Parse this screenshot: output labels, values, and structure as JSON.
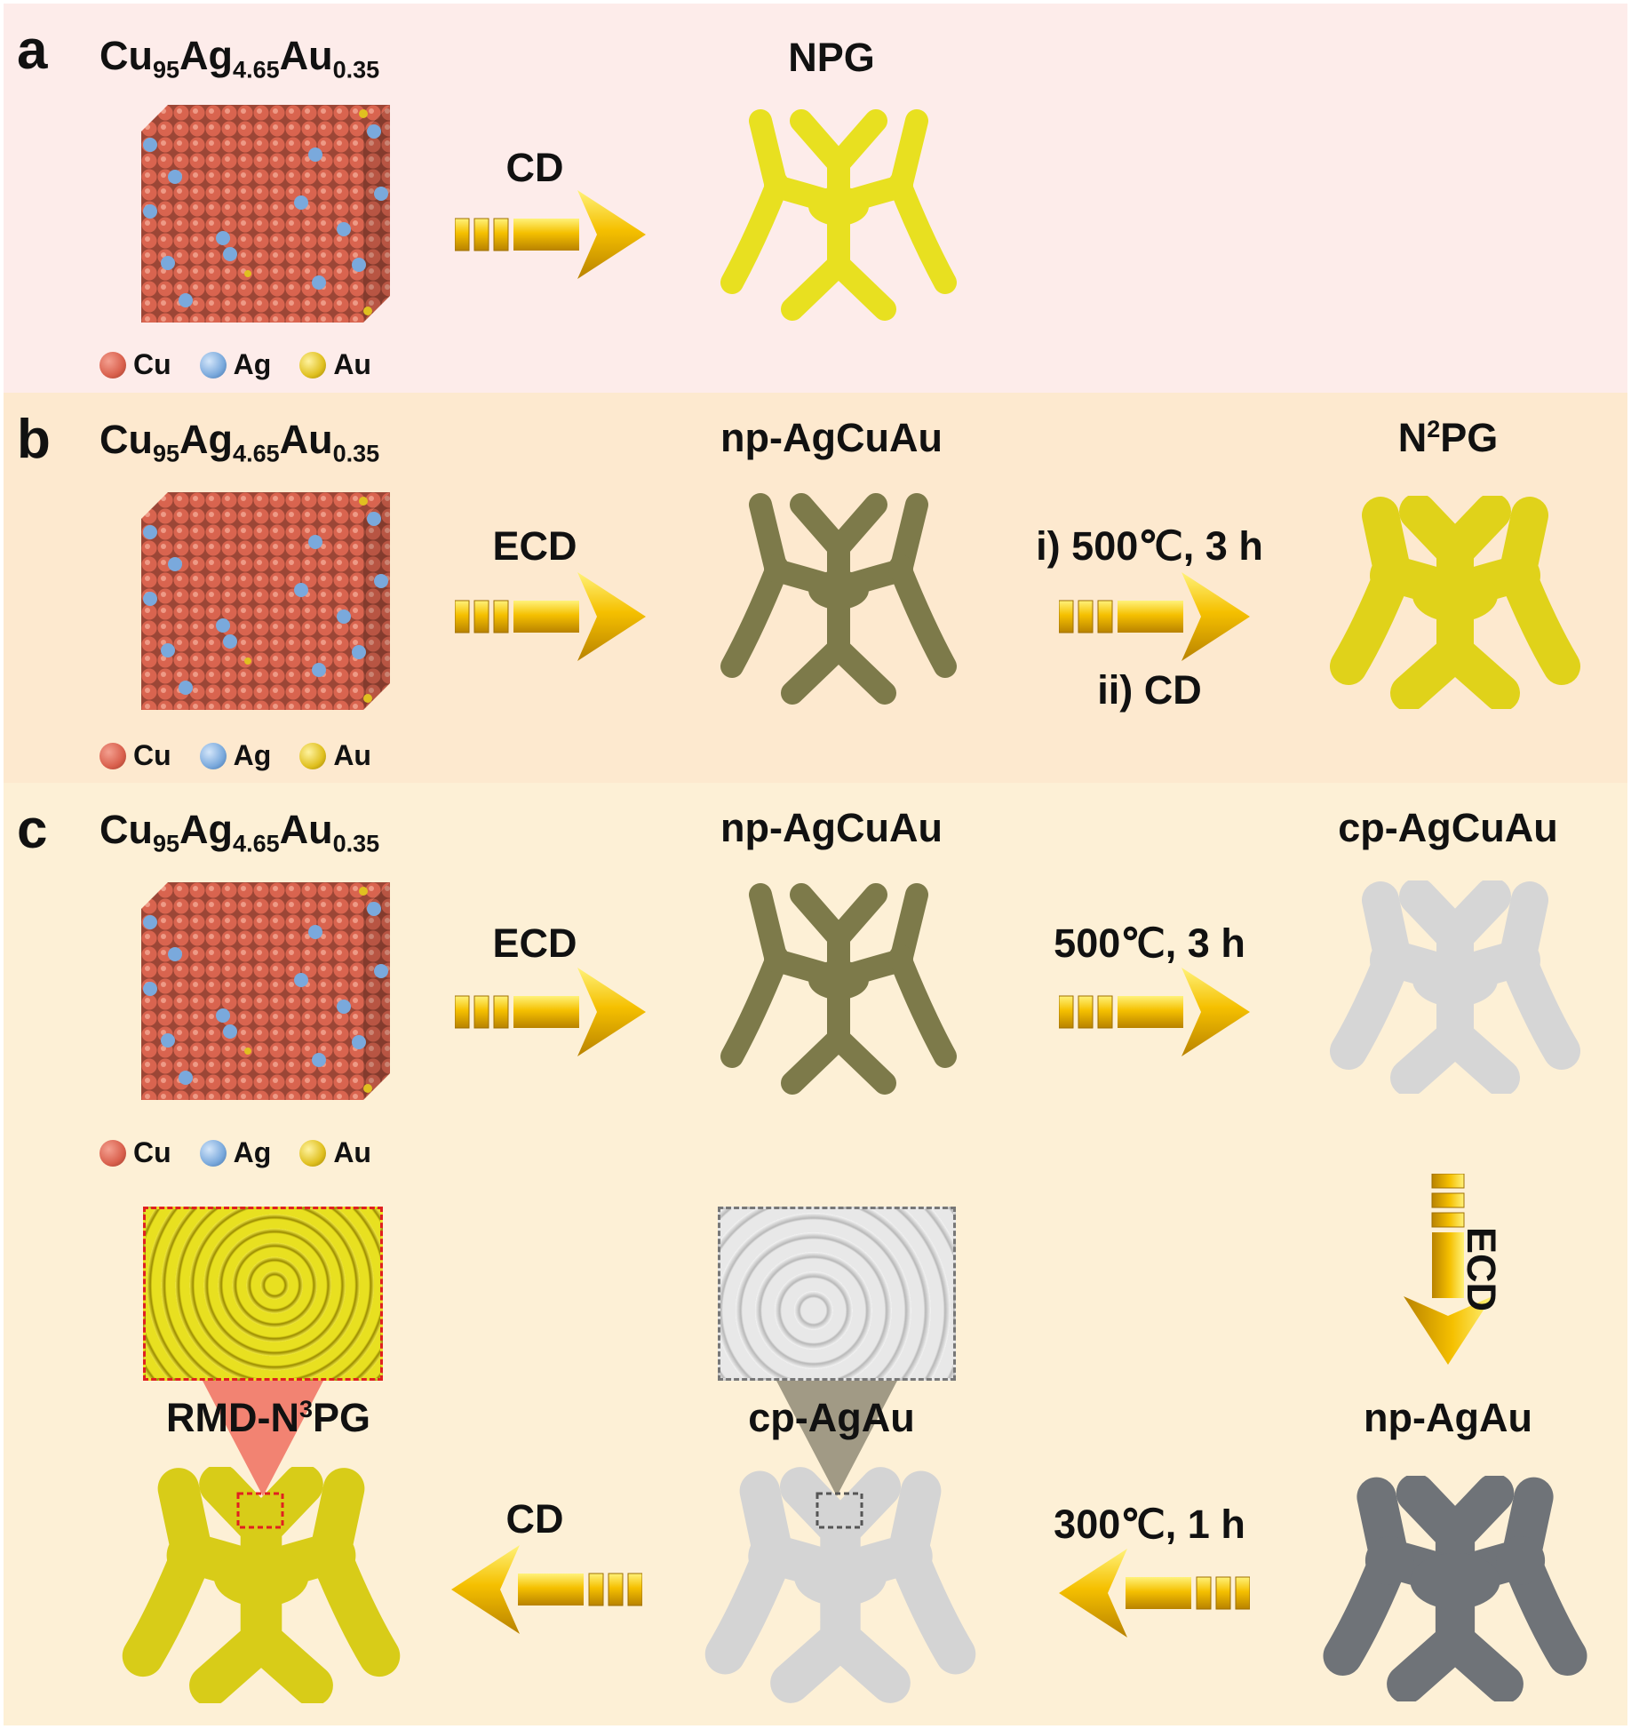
{
  "panels": {
    "a": {
      "letter": "a",
      "formula": {
        "el1": "Cu",
        "n1": "95",
        "el2": "Ag",
        "n2": "4.65",
        "el3": "Au",
        "n3": "0.35"
      },
      "product": "NPG",
      "step1": "CD"
    },
    "b": {
      "letter": "b",
      "formula": {
        "el1": "Cu",
        "n1": "95",
        "el2": "Ag",
        "n2": "4.65",
        "el3": "Au",
        "n3": "0.35"
      },
      "intermediate": "np-AgCuAu",
      "product_base": "N",
      "product_sup": "2",
      "product_rest": "PG",
      "step1": "ECD",
      "step2a": "i) 500℃,  3 h",
      "step2b": "ii) CD"
    },
    "c": {
      "letter": "c",
      "formula": {
        "el1": "Cu",
        "n1": "95",
        "el2": "Ag",
        "n2": "4.65",
        "el3": "Au",
        "n3": "0.35"
      },
      "intermediate1": "np-AgCuAu",
      "intermediate2": "cp-AgCuAu",
      "intermediate3": "np-AgAu",
      "intermediate4": "cp-AgAu",
      "product_base": "RMD-N",
      "product_sup": "3",
      "product_rest": "PG",
      "step1": "ECD",
      "step2": "500℃,  3 h",
      "step3": "ECD",
      "step4": "300℃, 1 h",
      "step5": "CD"
    }
  },
  "legend": [
    {
      "label": "Cu",
      "color": "#d9604d"
    },
    {
      "label": "Ag",
      "color": "#7aa9dc"
    },
    {
      "label": "Au",
      "color": "#e0c020"
    }
  ],
  "colors": {
    "panel_a": "#fdecea",
    "panel_b": "#fde9cf",
    "panel_c": "#fdf0d6",
    "gold": "#e8e020",
    "olive": "#7d7a4a",
    "silver": "#d8d8d8",
    "gray": "#6f7378",
    "arrow": "#f2b400"
  }
}
